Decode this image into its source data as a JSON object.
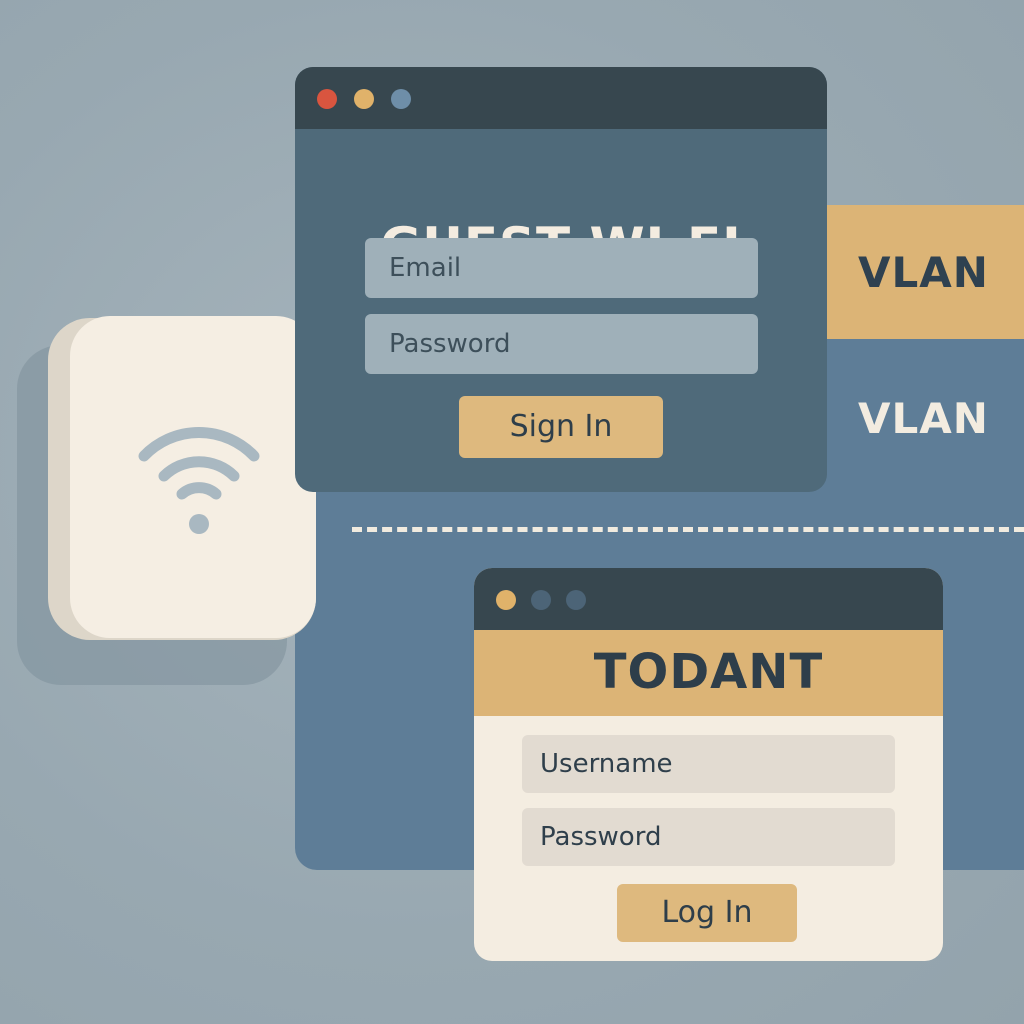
{
  "colors": {
    "background": "#9aaab3",
    "vlan_panel": "#5e7d97",
    "accent_sand": "#dcb476",
    "titlebar": "#37474f",
    "guest_window": "#4f6a7a",
    "cream": "#f4ede1",
    "dot_red": "#d9553f",
    "dot_yellow": "#e0b26a",
    "dot_blue": "#6e8ea8",
    "dot_slate": "#4c6477"
  },
  "vlan": {
    "label_top": "VLAN",
    "label_bottom": "VLAN"
  },
  "access_point": {
    "icon": "wifi-icon"
  },
  "guest_window": {
    "title": "GUEST WI-FI",
    "email_placeholder": "Email",
    "password_placeholder": "Password",
    "submit_label": "Sign In"
  },
  "todant_window": {
    "title": "TODANT",
    "username_placeholder": "Username",
    "password_placeholder": "Password",
    "submit_label": "Log In"
  }
}
